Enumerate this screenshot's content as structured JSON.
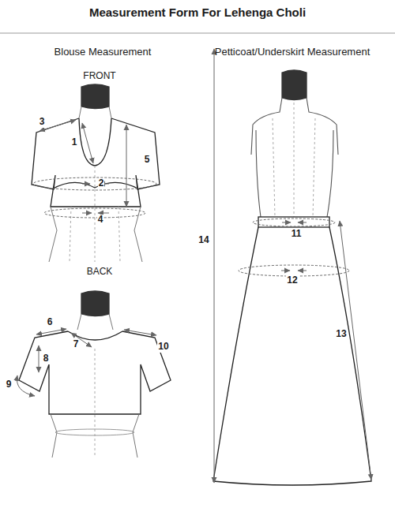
{
  "diagram": {
    "title": "Measurement Form For Lehenga Choli",
    "labels": [
      "Blouse Measurement",
      "Petticoat/Underskirt Measurement",
      "FRONT",
      "3",
      "1",
      "5",
      "2",
      "4",
      "14",
      "11",
      "12",
      "13",
      "BACK",
      "6",
      "7",
      "10",
      "8",
      "9"
    ]
  }
}
